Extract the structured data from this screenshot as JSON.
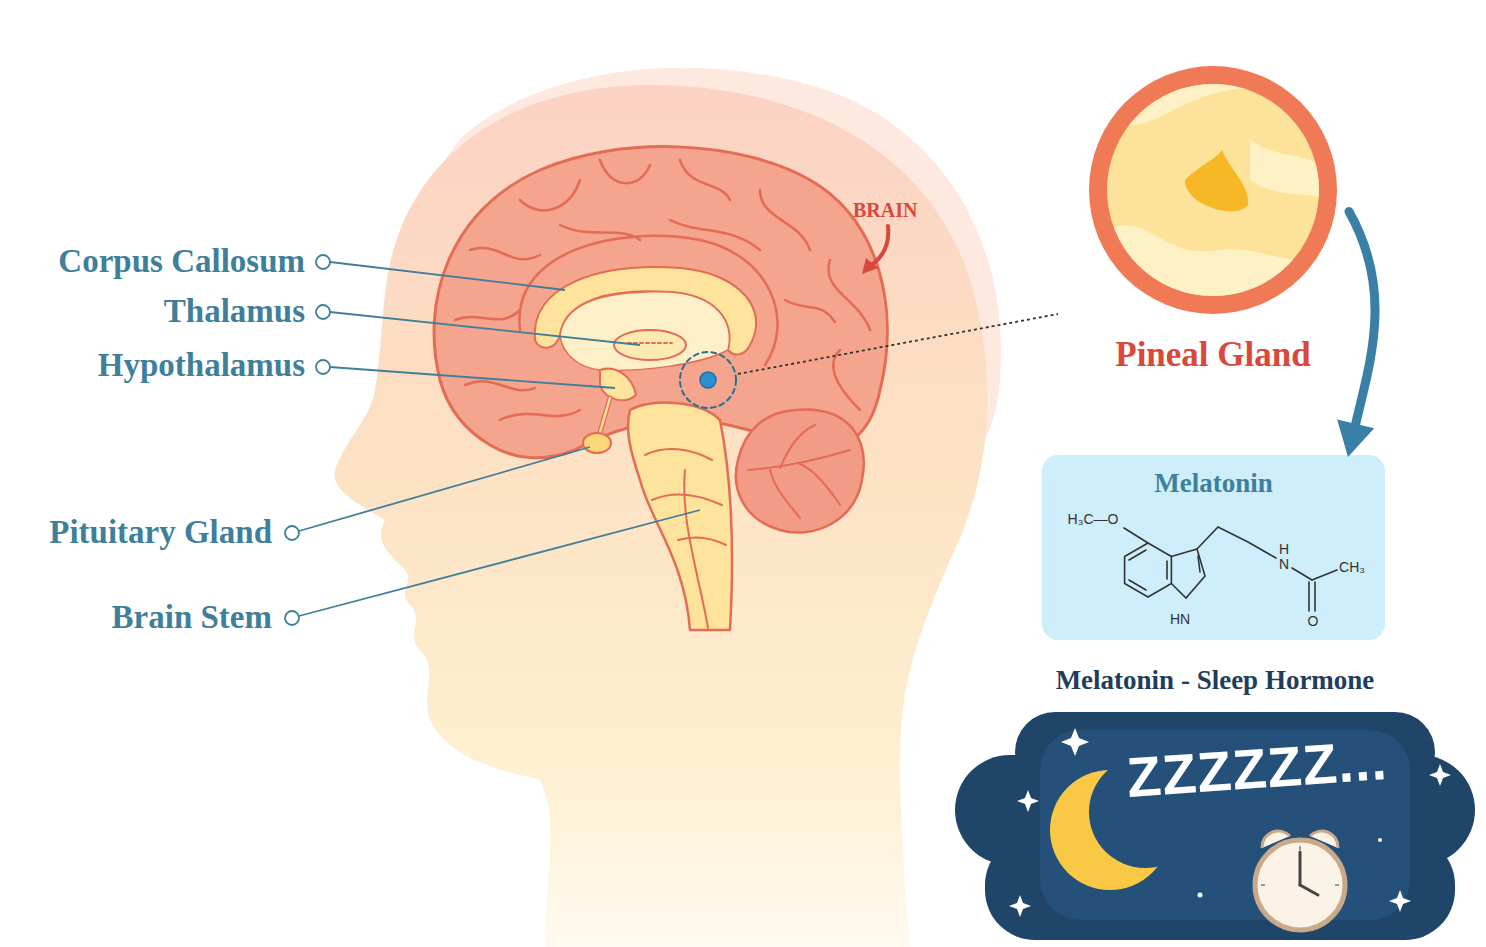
{
  "diagram": {
    "nodes": [
      {
        "text": [
          "Pineal Gland"
        ]
      },
      {
        "text": [
          "Melatonin"
        ]
      },
      {
        "text": [
          "Melatonin - Sleep Hormone",
          "ZZZZZZ..."
        ]
      }
    ],
    "edges": [
      {
        "from": 0,
        "to": 1,
        "arrow": "to"
      }
    ],
    "labels": [
      "BRAIN",
      "Corpus Callosum",
      "Thalamus",
      "Hypothalamus",
      "Pituitary Gland",
      "Brain Stem",
      "H₃C—O",
      "H",
      "N",
      "CH₃",
      "HN",
      "O"
    ]
  }
}
